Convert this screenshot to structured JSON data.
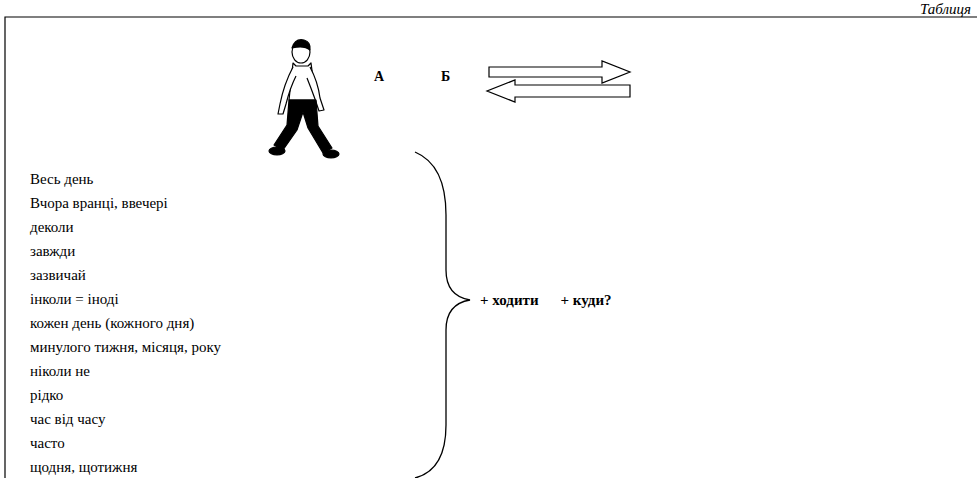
{
  "diagram": {
    "labels": [
      "Таблиця",
      "А",
      "Б",
      "Весь день",
      "Вчора вранці, ввечері",
      "деколи",
      "завжди",
      "зазвичай",
      "інколи = іноді",
      "кожен день (кожного дня)",
      "минулого тижня, місяця, року",
      "ніколи не",
      "рідко",
      "час від часу",
      "часто",
      "щодня, щотижня",
      "+ ходити",
      "+ куди?"
    ]
  }
}
